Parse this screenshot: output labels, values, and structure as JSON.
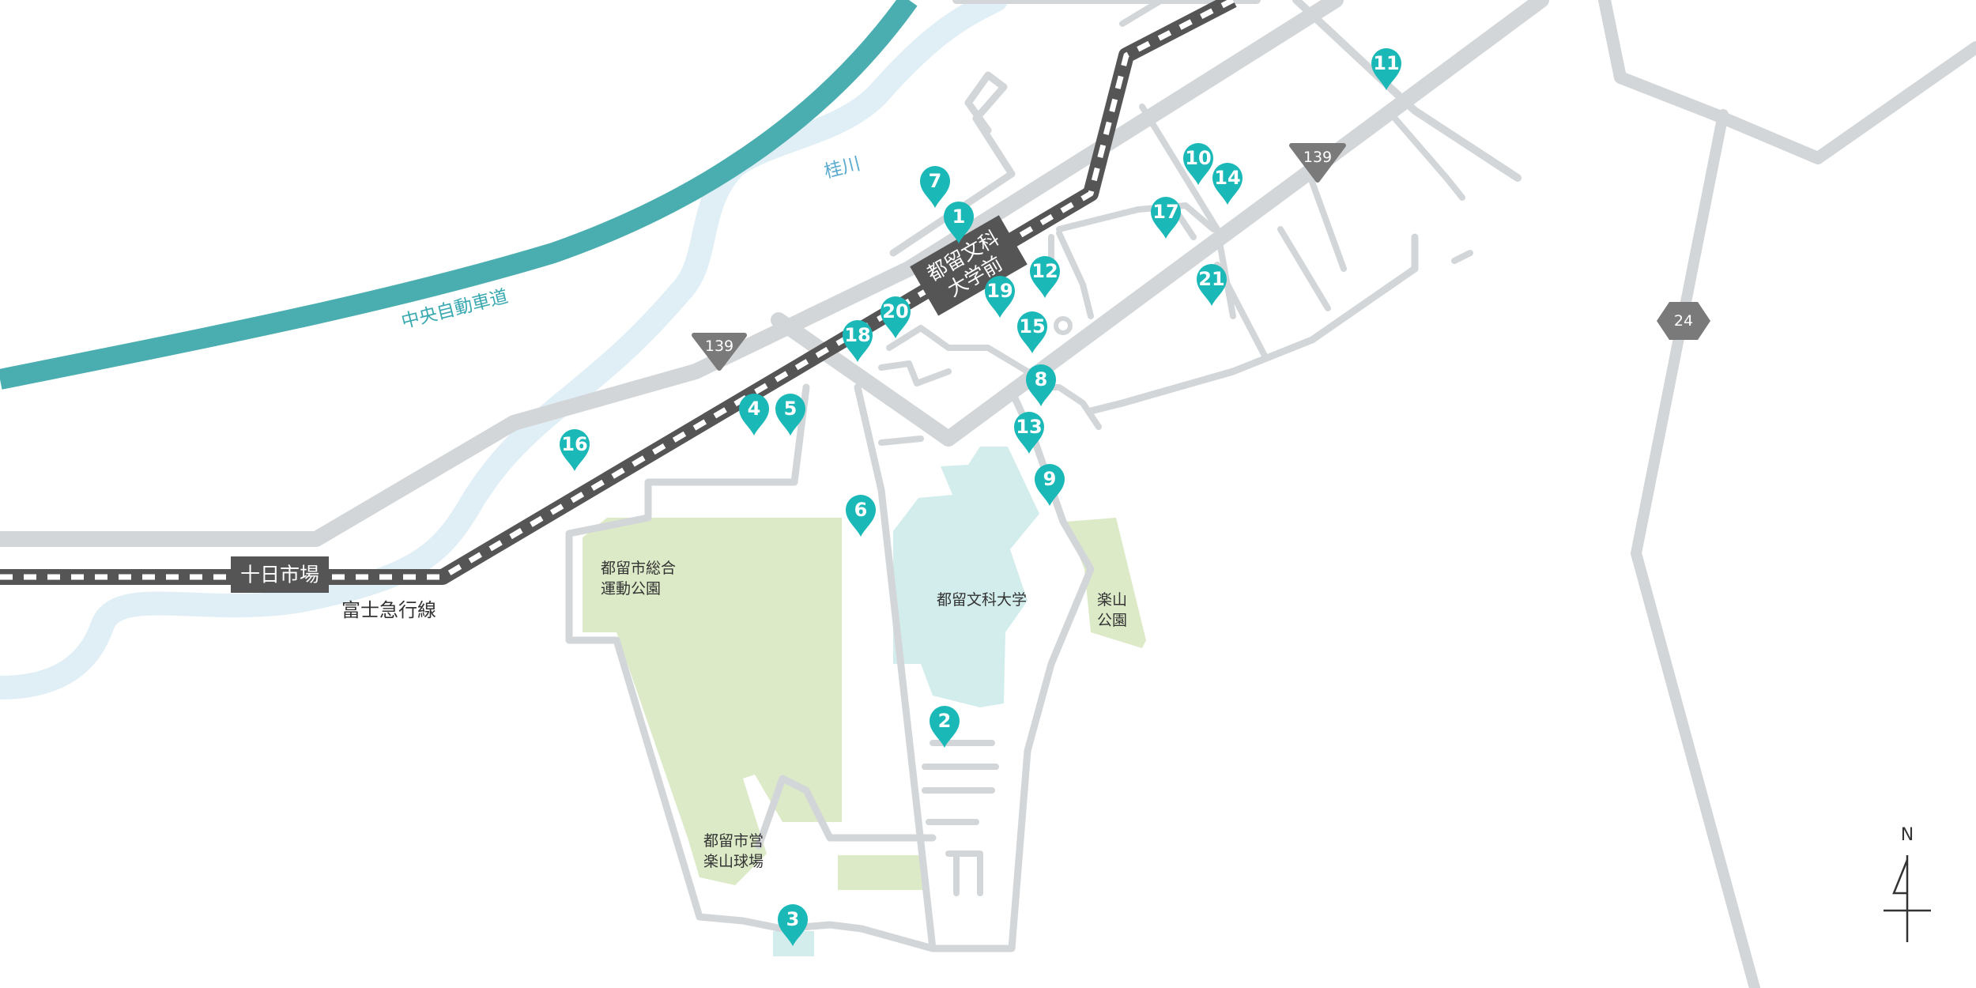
{
  "colors": {
    "pin": "#1bb8b8",
    "road": "#d3d6d8",
    "river": "#e0eef6",
    "expressway": "#4aaeb0",
    "rail": "#555555",
    "park": "#dceac8",
    "campus": "#d3ecec"
  },
  "labels": {
    "river": "桂川",
    "expressway": "中央自動車道",
    "railway": "富士急行線",
    "park_sports": [
      "都留市総合",
      "運動公園"
    ],
    "university": "都留文科大学",
    "rakuyama_park": [
      "楽山",
      "公園"
    ],
    "stadium": [
      "都留市営",
      "楽山球場"
    ]
  },
  "stations": {
    "tokaichiba": "十日市場",
    "bunkadaigakumae": [
      "都留文科",
      "大学前"
    ]
  },
  "routes": {
    "r139_left": "139",
    "r139_right": "139",
    "r24": "24"
  },
  "compass": {
    "label": "N"
  },
  "pins": [
    {
      "num": "1"
    },
    {
      "num": "2"
    },
    {
      "num": "3"
    },
    {
      "num": "4"
    },
    {
      "num": "5"
    },
    {
      "num": "6"
    },
    {
      "num": "7"
    },
    {
      "num": "8"
    },
    {
      "num": "9"
    },
    {
      "num": "10"
    },
    {
      "num": "11"
    },
    {
      "num": "12"
    },
    {
      "num": "13"
    },
    {
      "num": "14"
    },
    {
      "num": "15"
    },
    {
      "num": "16"
    },
    {
      "num": "17"
    },
    {
      "num": "18"
    },
    {
      "num": "19"
    },
    {
      "num": "20"
    },
    {
      "num": "21"
    }
  ]
}
